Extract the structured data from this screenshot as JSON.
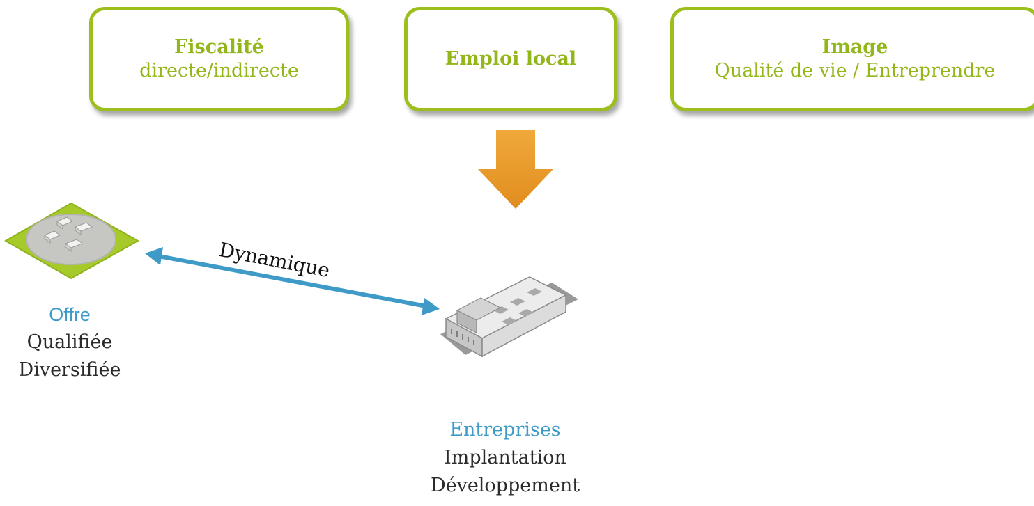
{
  "boxes": {
    "fiscalite": {
      "title": "Fiscalité",
      "subtitle": "directe/indirecte"
    },
    "emploi": {
      "title": "Emploi local"
    },
    "image": {
      "title": "Image",
      "subtitle": "Qualité de vie / Entreprendre"
    }
  },
  "arrow_label": "Dynamique",
  "offre": {
    "title": "Offre",
    "lines": [
      "Qualifiée",
      "Diversifiée"
    ]
  },
  "entreprises": {
    "title": "Entreprises",
    "lines": [
      "Implantation",
      "Développement"
    ]
  },
  "colors": {
    "green": "#9cbf1e",
    "blue": "#3e9ac7",
    "orange": "#e99c2c"
  },
  "icons": {
    "zone": "business-park-icon",
    "building": "factory-building-icon",
    "down": "down-arrow-icon"
  }
}
